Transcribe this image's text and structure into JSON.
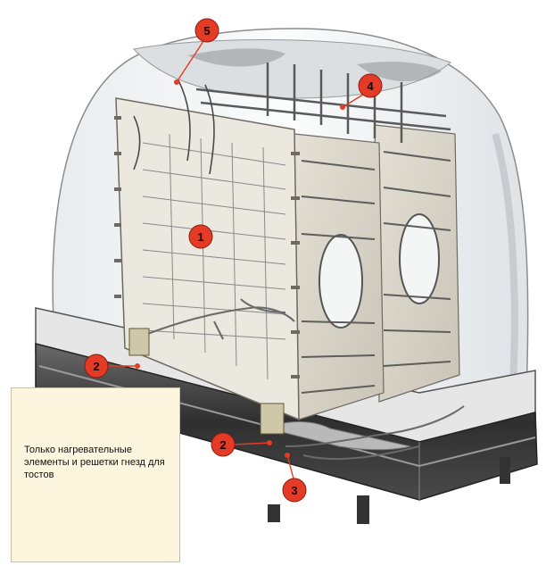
{
  "caption": "Только нагревательные элементы и решетки гнезд для тостов",
  "callouts": [
    {
      "label": "1",
      "part": "heating-element-left"
    },
    {
      "label": "2",
      "part": "element-mount-left"
    },
    {
      "label": "2",
      "part": "element-mount-front"
    },
    {
      "label": "3",
      "part": "wiring-connector"
    },
    {
      "label": "4",
      "part": "bread-guide-rack"
    },
    {
      "label": "5",
      "part": "heater-wire"
    }
  ],
  "colors": {
    "marker": "#e33b25",
    "body_outline": "#8c8c8c",
    "base_dark": "#3c3c3c",
    "mica_panel": "#d8d4c8",
    "caption_bg": "#fdf6df"
  }
}
